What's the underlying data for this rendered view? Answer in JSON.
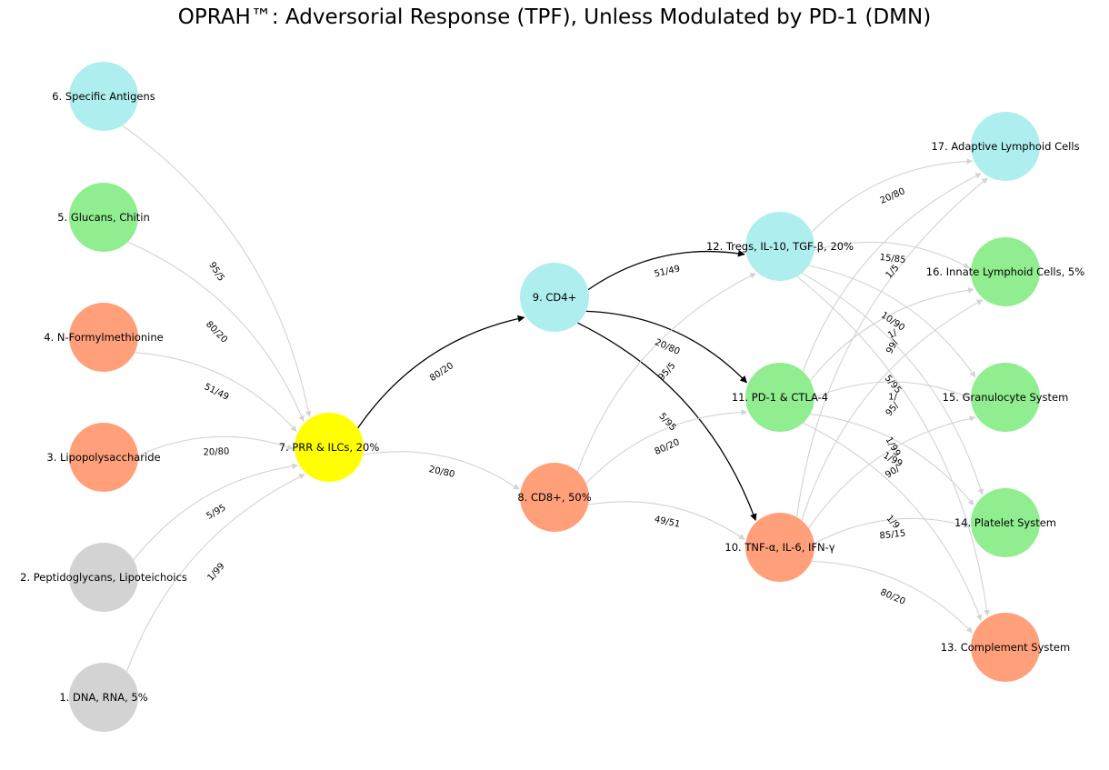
{
  "title": "OPRAH™: Adversorial Response (TPF), Unless Modulated by PD-1 (DMN)",
  "colors": {
    "lightgray": "#d3d3d3",
    "lightsalmon": "#ffa07a",
    "lightgreen": "#90ee90",
    "paleturquoise": "#afeeee",
    "yellow": "#ffff00",
    "edge_gray": "#d3d3d3",
    "edge_black": "#000000"
  },
  "nodes": [
    {
      "id": 1,
      "label": "1. DNA, RNA,  5%",
      "color": "lightgray"
    },
    {
      "id": 2,
      "label": "2. Peptidoglycans, Lipoteichoics",
      "color": "lightgray"
    },
    {
      "id": 3,
      "label": "3. Lipopolysaccharide",
      "color": "lightsalmon"
    },
    {
      "id": 4,
      "label": "4. N-Formylmethionine",
      "color": "lightsalmon"
    },
    {
      "id": 5,
      "label": "5. Glucans, Chitin",
      "color": "lightgreen"
    },
    {
      "id": 6,
      "label": "6. Specific Antigens",
      "color": "paleturquoise"
    },
    {
      "id": 7,
      "label": "7. PRR & ILCs, 20%",
      "color": "yellow"
    },
    {
      "id": 8,
      "label": "8. CD8+, 50%",
      "color": "lightsalmon"
    },
    {
      "id": 9,
      "label": "9. CD4+",
      "color": "paleturquoise"
    },
    {
      "id": 10,
      "label": "10. TNF-α, IL-6, IFN-γ",
      "color": "lightsalmon"
    },
    {
      "id": 11,
      "label": "11. PD-1 & CTLA-4",
      "color": "lightgreen"
    },
    {
      "id": 12,
      "label": "12. Tregs, IL-10, TGF-β, 20%",
      "color": "paleturquoise"
    },
    {
      "id": 13,
      "label": "13. Complement System",
      "color": "lightsalmon"
    },
    {
      "id": 14,
      "label": "14. Platelet System",
      "color": "lightgreen"
    },
    {
      "id": 15,
      "label": "15. Granulocyte System",
      "color": "lightgreen"
    },
    {
      "id": 16,
      "label": "16. Innate Lymphoid Cells, 5%",
      "color": "lightgreen"
    },
    {
      "id": 17,
      "label": "17. Adaptive Lymphoid Cells",
      "color": "paleturquoise"
    }
  ],
  "edges": [
    {
      "from": 1,
      "to": 7,
      "label": "1/99",
      "highlight": false
    },
    {
      "from": 2,
      "to": 7,
      "label": "5/95",
      "highlight": false
    },
    {
      "from": 3,
      "to": 7,
      "label": "20/80",
      "highlight": false
    },
    {
      "from": 4,
      "to": 7,
      "label": "51/49",
      "highlight": false
    },
    {
      "from": 5,
      "to": 7,
      "label": "80/20",
      "highlight": false
    },
    {
      "from": 6,
      "to": 7,
      "label": "95/5",
      "highlight": false
    },
    {
      "from": 7,
      "to": 9,
      "label": "80/20",
      "highlight": true
    },
    {
      "from": 7,
      "to": 8,
      "label": "20/80",
      "highlight": false
    },
    {
      "from": 9,
      "to": 12,
      "label": "51/49",
      "highlight": true
    },
    {
      "from": 9,
      "to": 11,
      "label": "20/80",
      "highlight": true
    },
    {
      "from": 9,
      "to": 10,
      "label": "5/95",
      "highlight": true
    },
    {
      "from": 8,
      "to": 12,
      "label": "95/5",
      "highlight": false
    },
    {
      "from": 8,
      "to": 11,
      "label": "80/20",
      "highlight": false
    },
    {
      "from": 8,
      "to": 10,
      "label": "49/51",
      "highlight": false
    },
    {
      "from": 12,
      "to": 17,
      "label": "20/80",
      "highlight": false
    },
    {
      "from": 12,
      "to": 16,
      "label": "15/85",
      "highlight": false
    },
    {
      "from": 12,
      "to": 15,
      "label": "10/90",
      "highlight": false
    },
    {
      "from": 12,
      "to": 14,
      "label": "5/95",
      "highlight": false
    },
    {
      "from": 12,
      "to": 13,
      "label": "1/99",
      "highlight": false
    },
    {
      "from": 11,
      "to": 17,
      "label": "1/5",
      "highlight": false
    },
    {
      "from": 11,
      "to": 16,
      "label": "1/",
      "highlight": false
    },
    {
      "from": 11,
      "to": 15,
      "label": "1/",
      "highlight": false
    },
    {
      "from": 11,
      "to": 14,
      "label": "1/99",
      "highlight": false
    },
    {
      "from": 11,
      "to": 13,
      "label": "1/9",
      "highlight": false
    },
    {
      "from": 10,
      "to": 17,
      "label": "99/",
      "highlight": false
    },
    {
      "from": 10,
      "to": 16,
      "label": "95/",
      "highlight": false
    },
    {
      "from": 10,
      "to": 15,
      "label": "90/",
      "highlight": false
    },
    {
      "from": 10,
      "to": 14,
      "label": "85/15",
      "highlight": false
    },
    {
      "from": 10,
      "to": 13,
      "label": "80/20",
      "highlight": false
    }
  ]
}
